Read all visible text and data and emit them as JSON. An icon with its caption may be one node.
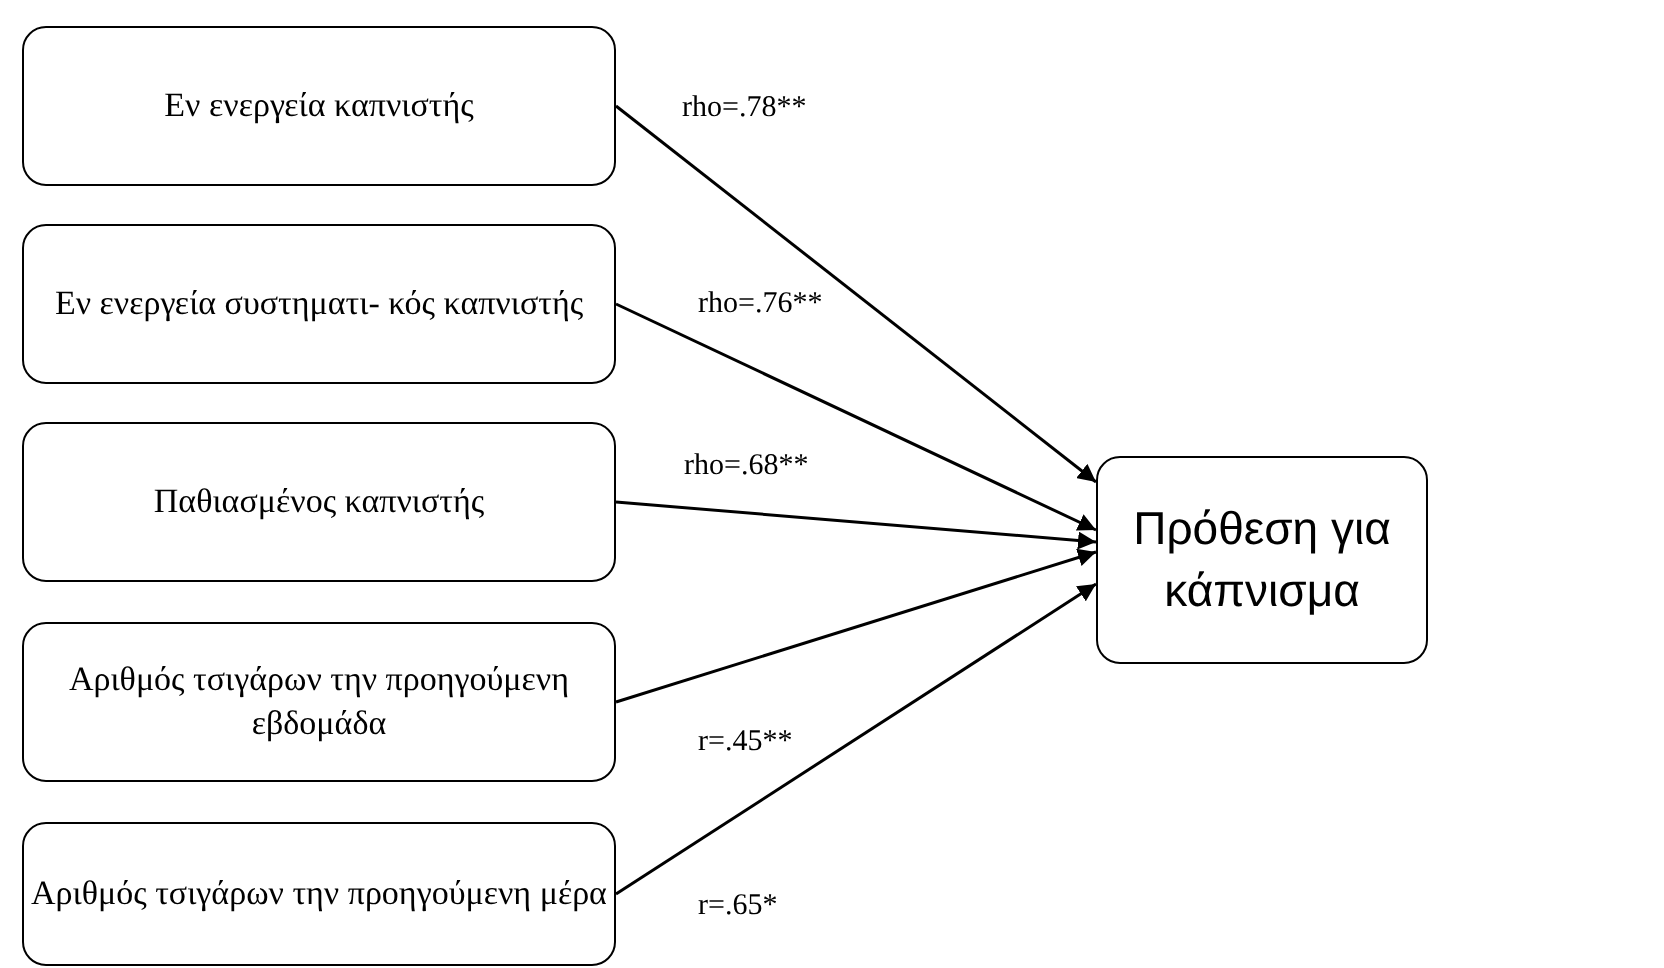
{
  "diagram": {
    "nodes": [
      {
        "text": [
          "Εν ενεργεία καπνιστής"
        ]
      },
      {
        "text": [
          "Εν ενεργεία συστηματι- κός καπνιστής"
        ]
      },
      {
        "text": [
          "Παθιασμένος καπνιστής"
        ]
      },
      {
        "text": [
          "Αριθμός τσιγάρων την προηγούμενη εβδομάδα"
        ]
      },
      {
        "text": [
          "Αριθμός τσιγάρων την προηγούμενη μέρα"
        ]
      },
      {
        "text": [
          "Πρόθεση για κάπνισμα"
        ]
      }
    ],
    "edges": [
      {
        "from": 0,
        "to": 5,
        "arrow": "to",
        "label": "rho=.78**"
      },
      {
        "from": 1,
        "to": 5,
        "arrow": "to",
        "label": "rho=.76**"
      },
      {
        "from": 2,
        "to": 5,
        "arrow": "to",
        "label": "rho=.68**"
      },
      {
        "from": 3,
        "to": 5,
        "arrow": "to",
        "label": "r=.45**"
      },
      {
        "from": 4,
        "to": 5,
        "arrow": "to",
        "label": "r=.65*"
      }
    ]
  }
}
